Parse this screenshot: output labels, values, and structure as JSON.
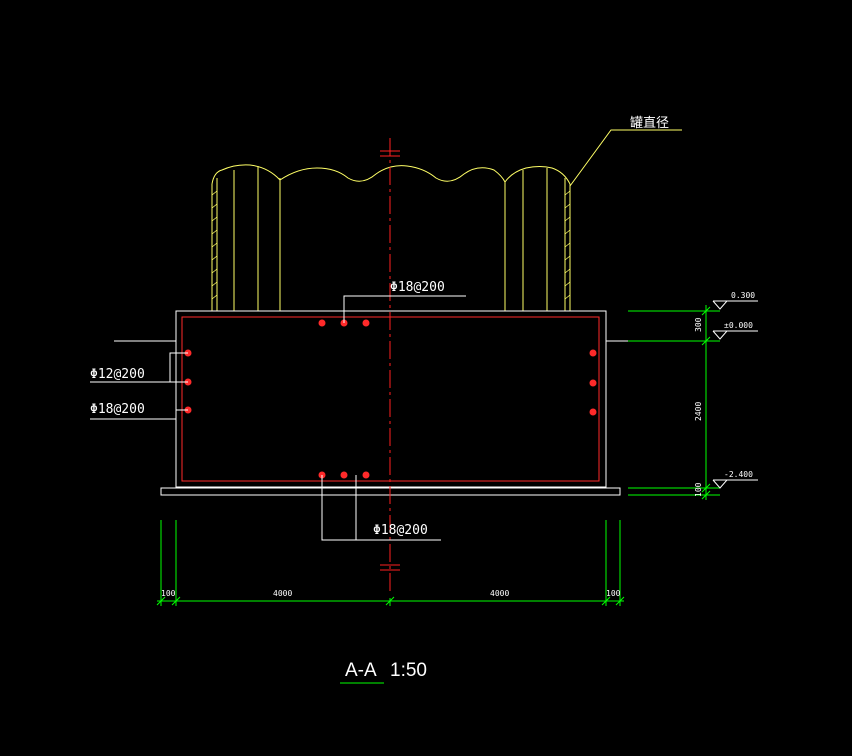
{
  "drawing": {
    "colors": {
      "background": "#000000",
      "outline": "#ffffff",
      "rebar": "#ff2a2a",
      "centerline": "#ff2020",
      "dimension": "#00ff00",
      "tank": "#ffff66"
    },
    "labels": {
      "top_rebar": "Φ18@200",
      "side_rebar_1": "Φ12@200",
      "side_rebar_2": "Φ18@200",
      "bottom_rebar": "Φ18@200",
      "tank_note": "罐直径"
    },
    "elevations": {
      "top": "0.300",
      "ground": "±0.000",
      "bottom": "-2.400"
    },
    "vertical_dims": {
      "upper": "300",
      "middle": "2400",
      "lower": "100"
    },
    "horizontal_dims": {
      "left_edge": "100",
      "left_half": "4000",
      "right_half": "4000",
      "right_edge": "100"
    },
    "title": {
      "section": "A-A",
      "scale": "1:50"
    }
  }
}
